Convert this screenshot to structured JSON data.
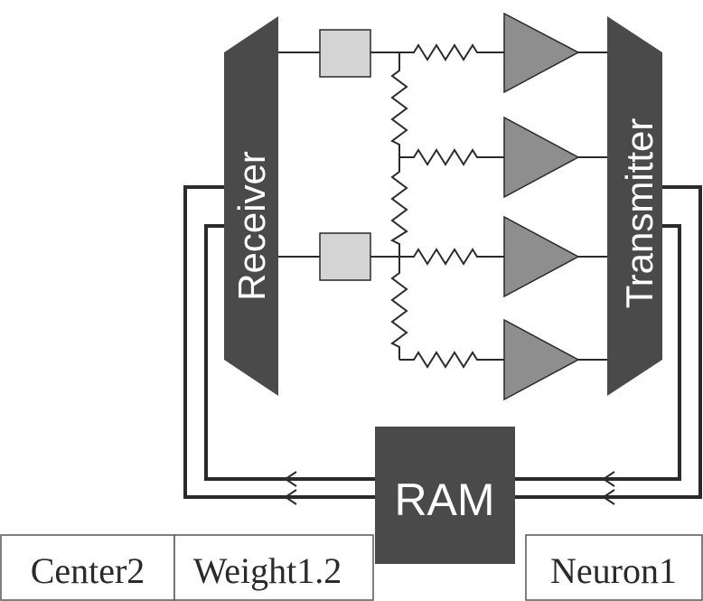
{
  "blocks": {
    "receiver": {
      "label": "Receiver"
    },
    "transmitter": {
      "label": "Transmitter"
    },
    "ram": {
      "label": "RAM"
    }
  },
  "tags": {
    "center": "Center2",
    "weight": "Weight1.2",
    "neuron": "Neuron1"
  },
  "colors": {
    "dark_block": "#4a4a4a",
    "light_square": "#d4d4d4",
    "amplifier": "#8e8e8e",
    "wire": "#2a2a2a"
  }
}
